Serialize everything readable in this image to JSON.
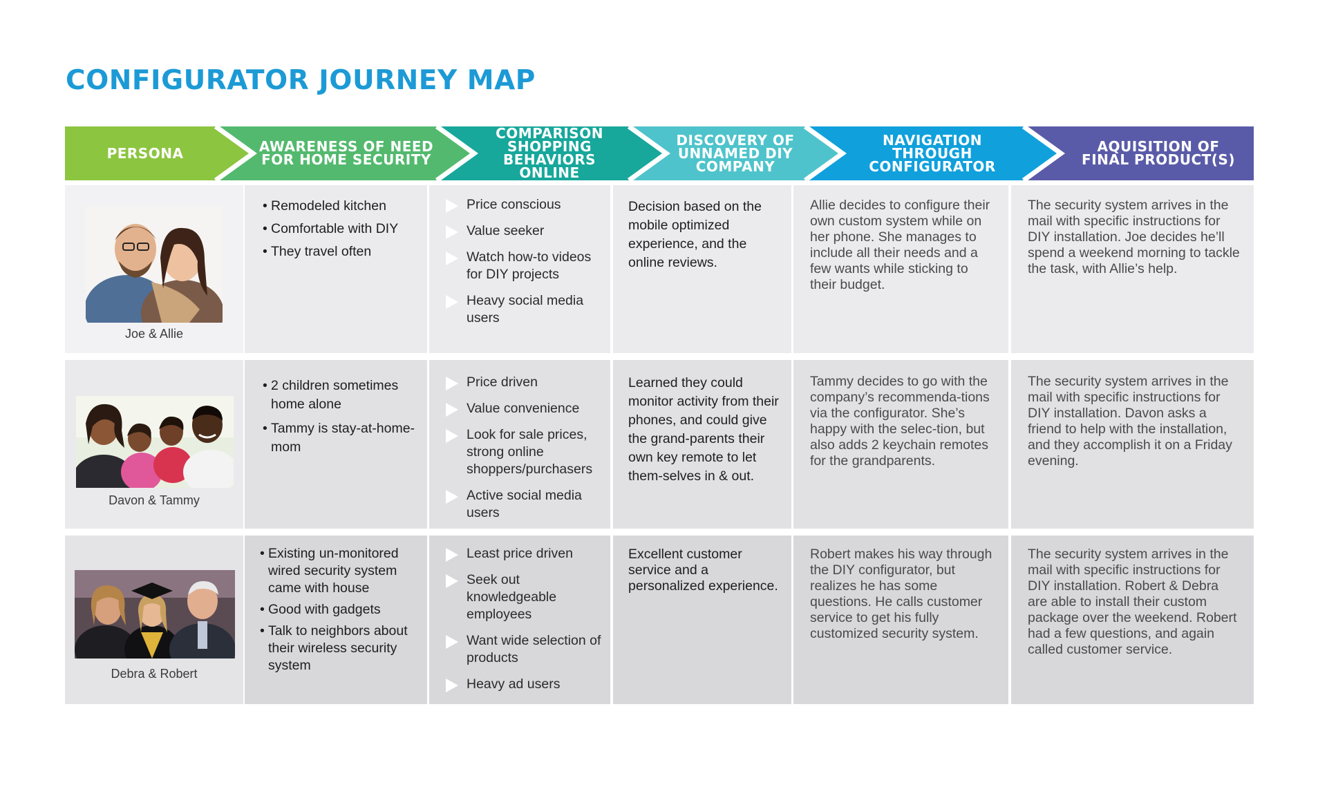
{
  "title": "CONFIGURATOR JOURNEY MAP",
  "header": {
    "stages": [
      {
        "label": "PERSONA",
        "color": "#8cc540"
      },
      {
        "label": "AWARENESS OF NEED\nFOR HOME SECURITY",
        "color": "#53b96e"
      },
      {
        "label": "COMPARISON\nSHOPPING\nBEHAVIORS ONLINE",
        "color": "#17a79b"
      },
      {
        "label": "DISCOVERY OF\nUNNAMED DIY\nCOMPANY",
        "color": "#4ec3cb"
      },
      {
        "label": "NAVIGATION\nTHROUGH\nCONFIGURATOR",
        "color": "#10a0dc"
      },
      {
        "label": "AQUISITION OF\nFINAL PRODUCT(S)",
        "color": "#5a5ba8"
      }
    ]
  },
  "personas": [
    {
      "name": "Joe & Allie",
      "photo_icon": "couple-photo",
      "awareness": [
        "Remodeled kitchen",
        "Comfortable with DIY",
        "They travel often"
      ],
      "comparison": [
        "Price conscious",
        "Value seeker",
        "Watch how-to videos for DIY projects",
        "Heavy social media users"
      ],
      "discovery": "Decision based on the mobile optimized experience, and the online reviews.",
      "navigation": "Allie decides to configure their own custom system while on her phone. She manages to include all their needs and a few wants while sticking to their budget.",
      "acquisition": "The security system arrives in the mail with specific instructions for DIY installation. Joe decides he’ll spend a weekend morning to tackle the task, with Allie’s help."
    },
    {
      "name": "Davon & Tammy",
      "photo_icon": "family-photo",
      "awareness": [
        "2 children sometimes home alone",
        "Tammy is stay-at-home-mom"
      ],
      "comparison": [
        "Price driven",
        "Value convenience",
        "Look for sale prices, strong online shoppers/purchasers",
        "Active social media users"
      ],
      "discovery": "Learned they could monitor activity from their phones, and could give the grand-parents their own key remote to let them-selves in & out.",
      "navigation": "Tammy decides to go with the company’s recommenda-tions via the configurator. She’s happy with the selec-tion, but also adds 2 keychain remotes for the grandparents.",
      "acquisition": "The security system arrives in the mail with specific instructions for DIY installation. Davon asks a friend to help with the installation, and they accomplish it on a Friday evening."
    },
    {
      "name": "Debra & Robert",
      "photo_icon": "graduation-photo",
      "awareness": [
        "Existing un-monitored wired security system came with house",
        "Good with gadgets",
        "Talk to neighbors about their wireless security system"
      ],
      "comparison": [
        "Least price driven",
        "Seek out knowledgeable employees",
        "Want wide selection of products",
        "Heavy ad users"
      ],
      "discovery": "Excellent customer service and a personalized experience.",
      "navigation": "Robert makes his way through the DIY configurator, but realizes he has some questions. He calls customer service to get his fully customized security system.",
      "acquisition": "The security system arrives in the mail with specific instructions for DIY installation. Robert & Debra are able to install their custom package over the weekend. Robert had a few questions, and again called customer service."
    }
  ]
}
